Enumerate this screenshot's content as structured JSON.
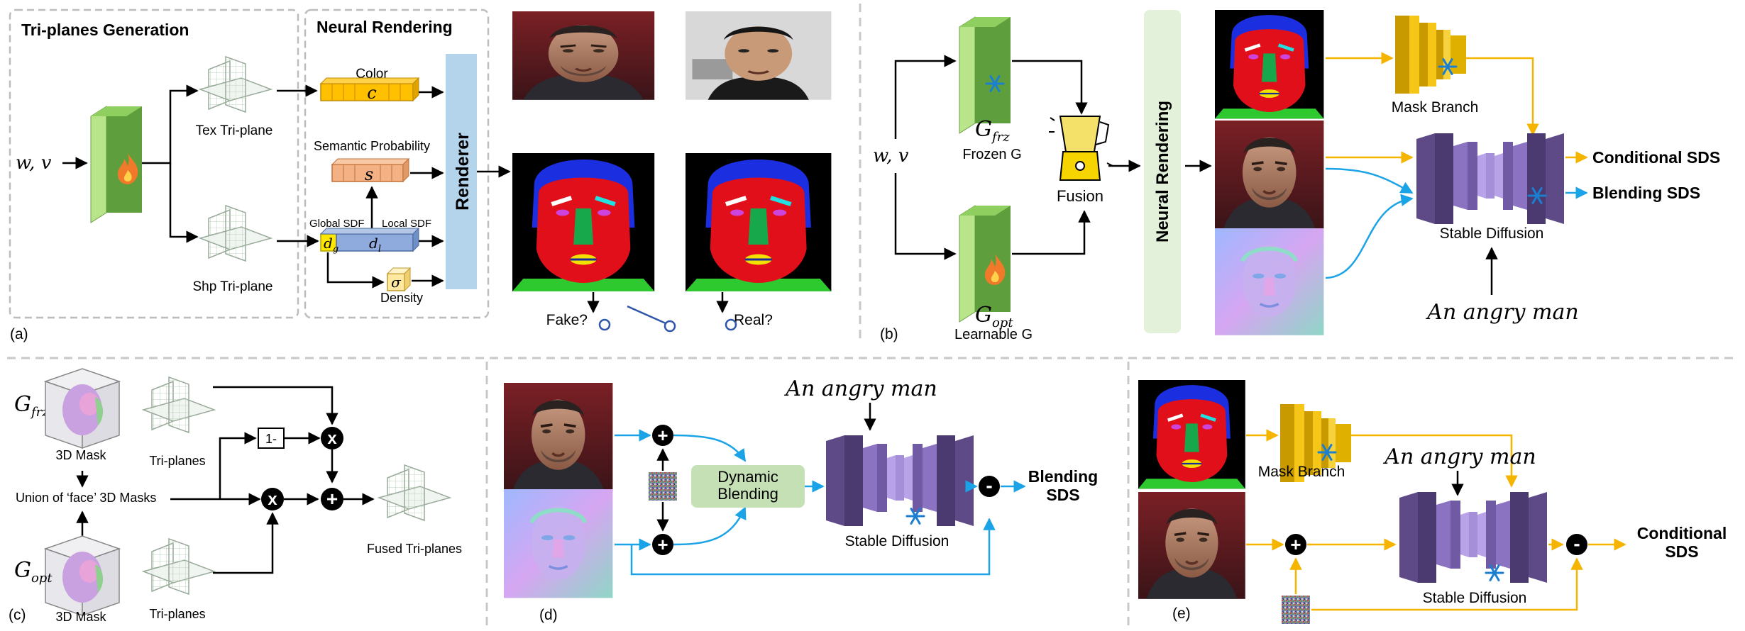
{
  "panel_a": {
    "title_triplane": "Tri-planes Generation",
    "title_neural": "Neural Rendering",
    "input": "w,  v",
    "tex_triplane": "Tex Tri-plane",
    "shp_triplane": "Shp Tri-plane",
    "color": "Color",
    "color_var": "c",
    "semantic": "Semantic Probability",
    "semantic_var": "s",
    "global_sdf": "Global SDF",
    "local_sdf": "Local SDF",
    "dg": "d",
    "dg_sub": "g",
    "dl": "d",
    "dl_sub": "l",
    "density_var": "σ",
    "density": "Density",
    "renderer": "Renderer",
    "fake": "Fake?",
    "real": "Real?",
    "label": "(a)"
  },
  "panel_b": {
    "input": "w,  v",
    "gfrz": "G",
    "gfrz_sub": "frz",
    "frozen": "Frozen G",
    "gopt": "G",
    "gopt_sub": "opt",
    "learnable": "Learnable G",
    "fusion": "Fusion",
    "neural_rendering": "Neural Rendering",
    "mask_branch": "Mask Branch",
    "stable_diffusion": "Stable Diffusion",
    "conditional_sds": "Conditional SDS",
    "blending_sds": "Blending SDS",
    "prompt": "An angry man",
    "label": "(b)"
  },
  "panel_c": {
    "gfrz": "G",
    "gfrz_sub": "frz",
    "gopt": "G",
    "gopt_sub": "opt",
    "mask_top": "3D Mask",
    "mask_bottom": "3D Mask",
    "triplanes_top": "Tri-planes",
    "triplanes_bottom": "Tri-planes",
    "union": "Union of ‘face’ 3D Masks",
    "one_minus": "1-",
    "times": "x",
    "plus": "+",
    "fused": "Fused Tri-planes",
    "label": "(c)"
  },
  "panel_d": {
    "dynamic_blending": "Dynamic Blending",
    "stable_diffusion": "Stable Diffusion",
    "blending_sds": "Blending SDS",
    "prompt": "An angry man",
    "plus": "+",
    "minus": "-",
    "label": "(d)"
  },
  "panel_e": {
    "mask_branch": "Mask Branch",
    "stable_diffusion": "Stable Diffusion",
    "conditional_sds": "Conditional SDS",
    "prompt": "An angry man",
    "plus": "+",
    "minus": "-",
    "label": "(e)"
  },
  "colors": {
    "black_arrow": "#000000",
    "blue_arrow": "#1aa3e6",
    "yellow_arrow": "#f5b400",
    "generator_green": "#70ad47",
    "renderer_blue": "#b4d4ec",
    "neural_green": "#e3f0da",
    "dynamic_green": "#c5e0b4",
    "feature_color": "#ffc000",
    "feature_semantic": "#f4b183",
    "feature_sdf": "#8faadc",
    "unet_purple": "#7a5fa8",
    "mask_yellow": "#f2c418"
  },
  "icons": [
    "fire-icon",
    "snowflake-icon",
    "blender-icon",
    "face-photo",
    "segmentation-map",
    "normal-map",
    "noise-patch",
    "3d-mask-cube"
  ]
}
